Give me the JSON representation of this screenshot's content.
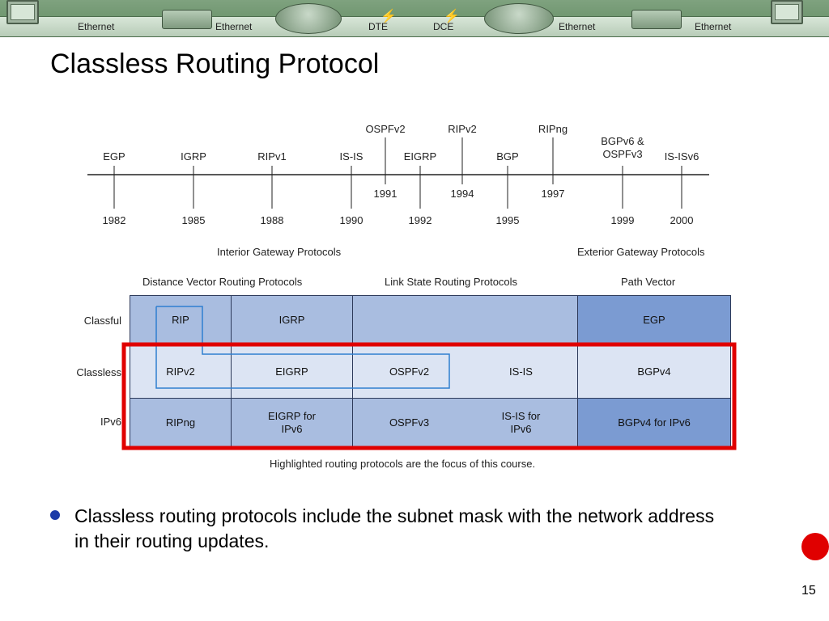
{
  "banner": {
    "labels": [
      "Ethernet",
      "Ethernet",
      "DTE",
      "DCE",
      "Ethernet",
      "Ethernet"
    ]
  },
  "slide": {
    "title": "Classless Routing Protocol",
    "page_number": "15"
  },
  "timeline": {
    "events_top": [
      {
        "name": "EGP",
        "year": "1982"
      },
      {
        "name": "IGRP",
        "year": "1985"
      },
      {
        "name": "RIPv1",
        "year": "1988"
      },
      {
        "name": "IS-IS",
        "year": "1990"
      },
      {
        "name": "EIGRP",
        "year": "1992"
      },
      {
        "name": "BGP",
        "year": "1995"
      },
      {
        "name": "BGPv6 &\nOSPFv3",
        "year": "1999"
      },
      {
        "name": "IS-ISv6",
        "year": "2000"
      }
    ],
    "events_mid": [
      {
        "name": "OSPFv2",
        "year": "1991"
      },
      {
        "name": "RIPv2",
        "year": "1994"
      },
      {
        "name": "RIPng",
        "year": "1997"
      }
    ]
  },
  "table": {
    "group_headers": {
      "interior": "Interior Gateway Protocols",
      "exterior": "Exterior Gateway Protocols"
    },
    "column_headers": {
      "distance_vector": "Distance Vector Routing Protocols",
      "link_state": "Link State Routing Protocols",
      "path_vector": "Path Vector"
    },
    "rows": [
      {
        "label": "Classful",
        "cells": [
          "RIP",
          "IGRP",
          "",
          "",
          "EGP"
        ]
      },
      {
        "label": "Classless",
        "cells": [
          "RIPv2",
          "EIGRP",
          "OSPFv2",
          "IS-IS",
          "BGPv4"
        ]
      },
      {
        "label": "IPv6",
        "cells": [
          "RIPng",
          "EIGRP for\nIPv6",
          "OSPFv3",
          "IS-IS for\nIPv6",
          "BGPv4 for IPv6"
        ]
      }
    ],
    "caption": "Highlighted routing protocols are the focus of this course."
  },
  "bullet": {
    "text": "Classless routing protocols include the subnet mask with the network address in their routing updates."
  },
  "colors": {
    "highlight_red": "#e00000",
    "bullet_blue": "#1b3aa8",
    "focus_outline": "#2f7fd0"
  }
}
